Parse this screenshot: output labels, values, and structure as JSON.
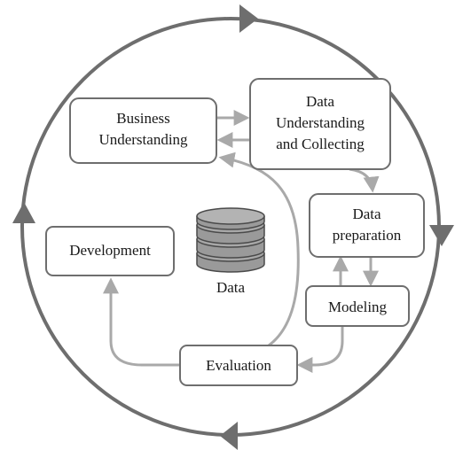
{
  "diagram": {
    "nodes": {
      "business": [
        "Business",
        "Understanding"
      ],
      "data_understanding": [
        "Data",
        "Understanding",
        "and Collecting"
      ],
      "data_preparation": [
        "Data",
        "preparation"
      ],
      "modeling": [
        "Modeling"
      ],
      "evaluation": [
        "Evaluation"
      ],
      "development": [
        "Development"
      ]
    },
    "center_label": "Data",
    "colors": {
      "outer_cycle": "#6e6e6e",
      "box_border": "#6e6e6e",
      "inner_arrow": "#a9a9a9",
      "database_fill": "#9a9a9a",
      "database_stroke": "#4a4a4a",
      "text": "#1a1a1a"
    },
    "cycle_direction": "clockwise"
  }
}
